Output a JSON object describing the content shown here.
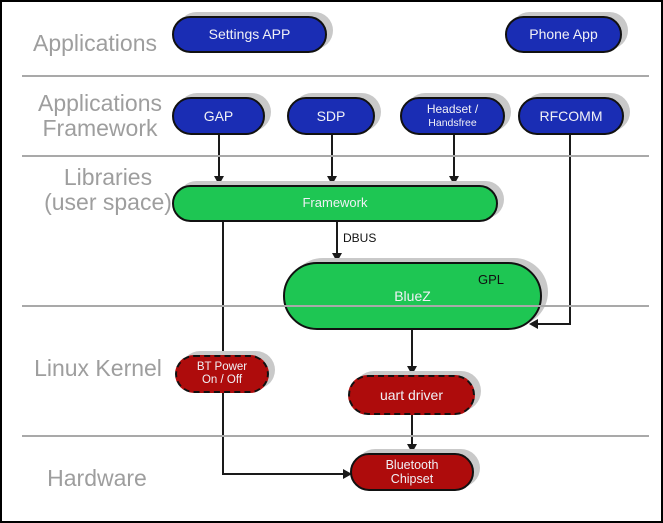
{
  "colors": {
    "app_blue": "#1A2DB4",
    "lib_green": "#1EC653",
    "kernel_red": "#AE0C0C",
    "label_gray": "#9E9E9E",
    "divider_gray": "#A9A9A9",
    "shadow_gray": "#C9C9C9",
    "line_black": "#1A1A1A"
  },
  "layers": [
    {
      "name": "applications",
      "lines": [
        "Applications"
      ]
    },
    {
      "name": "applications-framework",
      "lines": [
        "Applications",
        "Framework"
      ]
    },
    {
      "name": "libraries-user-space",
      "lines": [
        "Libraries",
        "(user space)"
      ]
    },
    {
      "name": "linux-kernel",
      "lines": [
        "Linux Kernel"
      ]
    },
    {
      "name": "hardware",
      "lines": [
        "Hardware"
      ]
    }
  ],
  "nodes": {
    "settings_app": {
      "label": "Settings APP"
    },
    "phone_app": {
      "label": "Phone App"
    },
    "gap": {
      "label": "GAP"
    },
    "sdp": {
      "label": "SDP"
    },
    "headset": {
      "lines": [
        "Headset /",
        "Handsfree"
      ]
    },
    "rfcomm": {
      "label": "RFCOMM"
    },
    "framework": {
      "label": "Framework"
    },
    "bluez": {
      "label": "BlueZ",
      "badge": "GPL"
    },
    "bt_power": {
      "lines": [
        "BT Power",
        "On / Off"
      ]
    },
    "uart_driver": {
      "label": "uart driver"
    },
    "bluetooth_chipset": {
      "lines": [
        "Bluetooth",
        "Chipset"
      ]
    }
  },
  "edges": {
    "dbus_label": "DBUS"
  }
}
